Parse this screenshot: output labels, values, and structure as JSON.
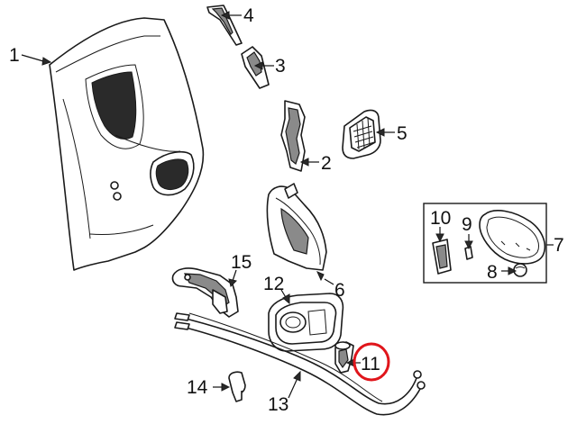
{
  "callouts": {
    "c1": "1",
    "c2": "2",
    "c3": "3",
    "c4": "4",
    "c5": "5",
    "c6": "6",
    "c7": "7",
    "c8": "8",
    "c9": "9",
    "c10": "10",
    "c11": "11",
    "c12": "12",
    "c13": "13",
    "c14": "14",
    "c15": "15"
  },
  "highlight": {
    "target": "11",
    "color": "#e0151b"
  }
}
